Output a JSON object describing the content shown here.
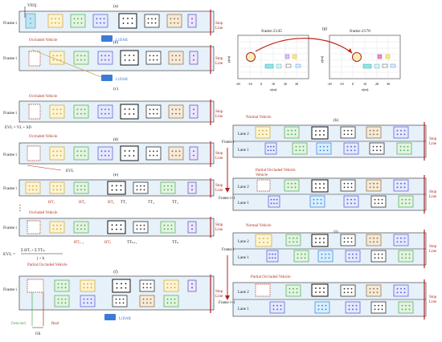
{
  "left": {
    "veq": "VEQ",
    "frame_i": "Frame i",
    "stop": "Stop",
    "line": "Line",
    "lidar": "LiDAR",
    "occluded": "Occluded Vehicle",
    "partial_occluded": "Partial Occluded Vehicle",
    "formula_c": "EVL = VL + SD",
    "evl": "EVL",
    "detected": "Detected",
    "real": "Real",
    "os": "OS",
    "sub_a": "(a)",
    "sub_b": "(b)",
    "sub_c": "(c)",
    "sub_d": "(d)",
    "sub_e": "(e)",
    "sub_f": "(f)",
    "hi_labels": [
      "HT₁",
      "HT₂",
      "HT₃",
      "TT₁",
      "TT₂",
      "TT₃"
    ],
    "hi_labels_2": [
      "HTⱼ₋₁",
      "HTⱼ",
      "TTₖ₊₁",
      "TTₖ"
    ],
    "formula_e_lhs": "EVL =",
    "formula_e_num": "Σ HTᵢ + Σ TTₘ",
    "formula_e_den": "j + k",
    "dots": "⋮"
  },
  "plots": {
    "title_left": "frame-2145",
    "title_right": "frame-2170",
    "sub": "(g)",
    "xlabel": "x(m)",
    "ylabel": "y(m)",
    "xticks": [
      "-20",
      "-10",
      "0",
      "10",
      "20",
      "30"
    ],
    "yticks": [
      "2",
      "1",
      "0",
      "-1",
      "-2",
      "-3",
      "-4"
    ]
  },
  "right": {
    "normal": "Normal Vehicle",
    "partial_occluded": "Partial Occluded Vehicle",
    "vehicle": "Vehicle",
    "lane1": "Lane 1",
    "lane2": "Lane 2",
    "frame_i": "Frame i",
    "frame_i1": "Frame i+1",
    "stop": "Stop",
    "line": "Line",
    "sub_h": "(h)",
    "sub_i": "(i)"
  },
  "colors": {
    "lane_bg": "#e7f1fa",
    "lane_border": "#2a2a2a",
    "stop_line": "#b02020",
    "lidar": "#3c7bd8",
    "annot": "#b0301f"
  }
}
